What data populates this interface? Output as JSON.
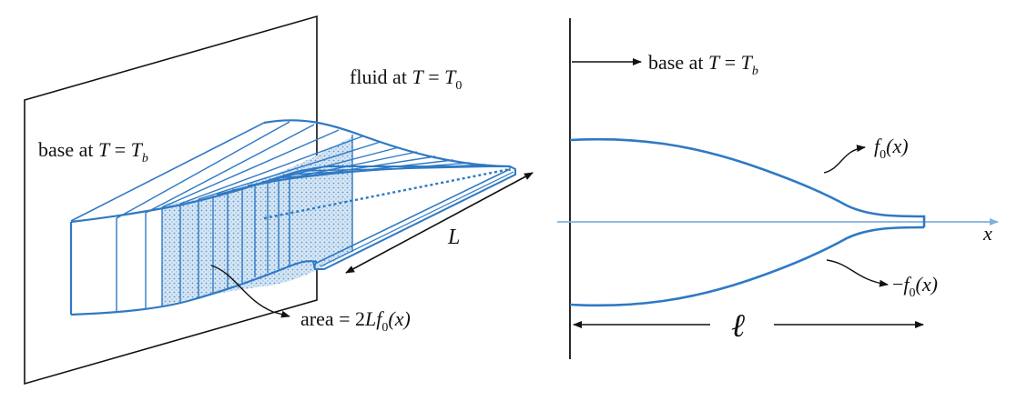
{
  "colors": {
    "fin_blue": "#2f79c4",
    "fin_fill": "#cfe0f0",
    "line_black": "#111111",
    "axis_light": "#7fb0e0"
  },
  "left_diagram": {
    "base_label": {
      "prefix": "base at ",
      "T": "T",
      "eq": " = ",
      "Tsym": "T",
      "sub": "b"
    },
    "fluid_label": {
      "prefix": "fluid at ",
      "T": "T",
      "eq": " = ",
      "Tsym": "T",
      "sub": "0"
    },
    "length_label": "L",
    "area_label": {
      "prefix": "area = 2",
      "L": "L",
      "f": "f",
      "sub": "0",
      "arg": "(x)"
    }
  },
  "right_diagram": {
    "base_label": {
      "prefix": "base at ",
      "T": "T",
      "eq": " = ",
      "Tsym": "T",
      "sub": "b"
    },
    "f_plus_label": {
      "f": "f",
      "sub": "0",
      "arg": "(x)"
    },
    "f_minus_label": {
      "minus": "−",
      "f": "f",
      "sub": "0",
      "arg": "(x)"
    },
    "axis_label": "x",
    "length_label": "ℓ"
  }
}
